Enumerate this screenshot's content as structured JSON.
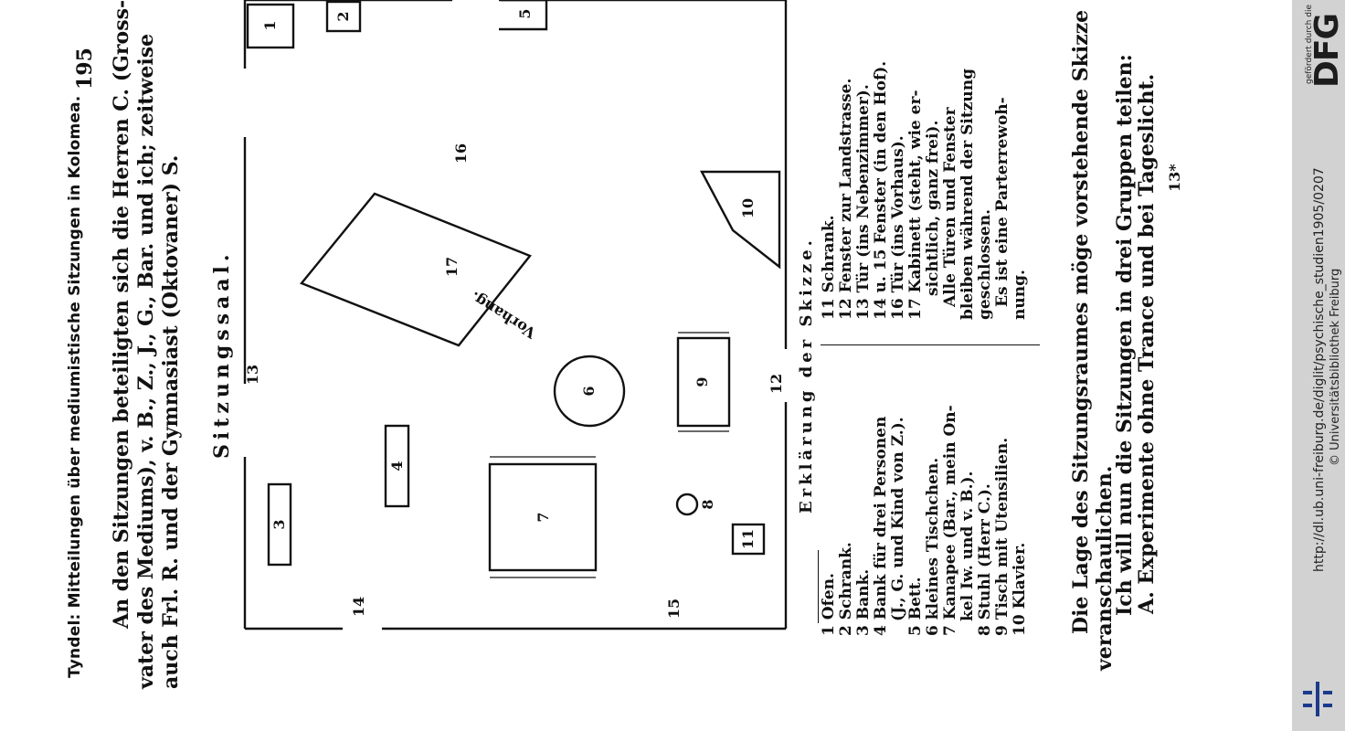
{
  "page_header": {
    "title": "Tyndel: Mitteilungen über mediumistische Sitzungen in Kolomea.",
    "page_number": "195"
  },
  "intro": {
    "line1": "An den Sitzungen beteiligten sich die Herren C. (Gross-",
    "line2": "vater des Mediums), v. B., Z., J., G., Bar. und ich; zeitweise",
    "line3": "auch Frl. R. und der Gymnasiast (Oktovaner) S."
  },
  "sketch": {
    "title": "Sitzungssaal.",
    "labels": {
      "l1": "1",
      "l2": "2",
      "l3": "3",
      "l4": "4",
      "l5": "5",
      "l6": "6",
      "l7": "7",
      "l8": "8",
      "l9": "9",
      "l10": "10",
      "l11": "11",
      "l12": "12",
      "l13": "13",
      "l14": "14",
      "l15": "15",
      "l16": "16",
      "l17": "17",
      "curtain": "Vorhang."
    }
  },
  "legend": {
    "title": "Erklärung der Skizze.",
    "left": [
      "1 Ofen.",
      "2 Schrank.",
      "3 Bank.",
      "4 Bank für drei Personen",
      "   (J., G. und Kind von Z.).",
      "5 Bett.",
      "6 kleines Tischchen.",
      "7 Kanapee (Bar., mein On-",
      "   kel Iw. und v. B.).",
      "8 Stuhl (Herr C.).",
      "9 Tisch mit Utensilien.",
      "10 Klavier."
    ],
    "right": [
      "11 Schrank.",
      "12 Fenster zur Landstrasse.",
      "13 Tür (ins Nebenzimmer).",
      "14 u. 15 Fenster (in den Hof).",
      "16 Tür (ins Vorhaus).",
      "17 Kabinett (steht, wie er-",
      "   sichtlich, ganz frei).",
      "   Alle Türen und Fenster",
      "bleiben während der Sitzung",
      "geschlossen.",
      "   Es ist eine Parterrewoh-",
      "nung."
    ]
  },
  "closing": {
    "line1": "Die Lage des Sitzungsraumes möge vorstehende Skizze",
    "line2": "veranschaulichen.",
    "line3": "Ich will nun die Sitzungen in drei Gruppen teilen:",
    "line4": "A. Experimente ohne Trance und bei Tageslicht."
  },
  "signature_mark": "13*",
  "sidebar": {
    "funded_by": "gefördert durch die",
    "dfg": "DFG",
    "url": "http://dl.ub.uni-freiburg.de/diglit/psychische_studien1905/0207",
    "copyright": "© Universitätsbibliothek Freiburg"
  },
  "colors": {
    "ink": "#111111",
    "sidebar_bg": "#d2d2d2",
    "dfg_blue": "#1a3a8c"
  }
}
